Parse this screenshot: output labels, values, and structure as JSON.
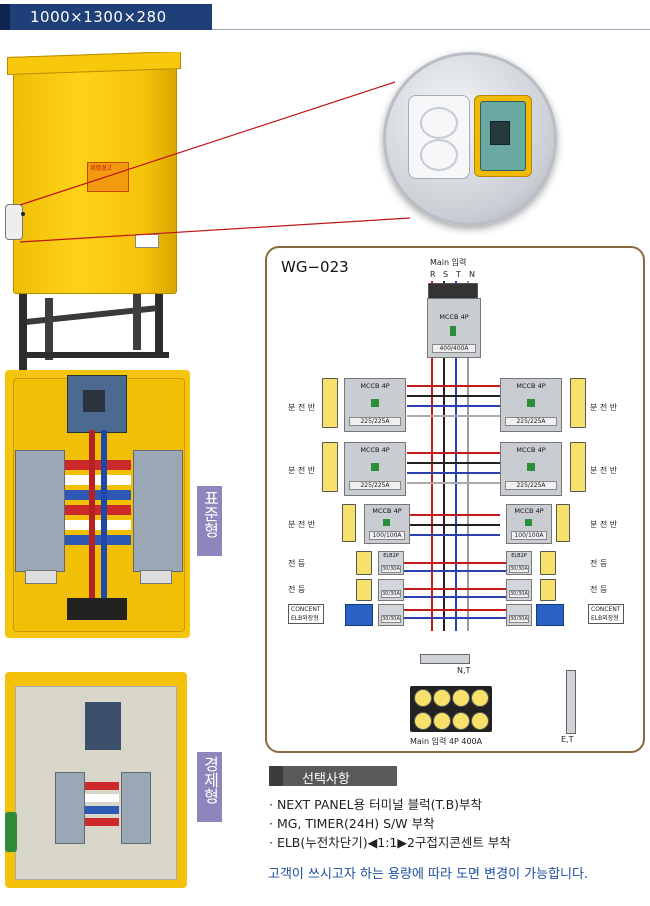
{
  "header": {
    "title": "1000×1300×280"
  },
  "photos": {
    "warning_label": "위험경고",
    "labels": {
      "standard": "표준형",
      "economy": "경제형"
    }
  },
  "diagram": {
    "model": "WG−023",
    "main_input": {
      "label": "Main 입력",
      "phases": [
        "R",
        "S",
        "T",
        "N"
      ],
      "breaker": {
        "type": "MCCB 4P",
        "rating": "400/400A"
      }
    },
    "side_labels": {
      "distribution": "분 전 반",
      "light": "전    등",
      "concent": "CONCENT",
      "elb_wiring": "ELB외장형"
    },
    "rows": [
      {
        "type": "MCCB 4P",
        "rating": "225/225A"
      },
      {
        "type": "MCCB 4P",
        "rating": "225/225A"
      },
      {
        "type": "MCCB 4P",
        "rating": "100/100A"
      }
    ],
    "elb_units": [
      {
        "type": "ELB2P",
        "rating": "30/30A"
      },
      {
        "type": "ELB2P",
        "rating": "30/30A"
      },
      {
        "type": "ELB2P",
        "rating": "30/30A"
      }
    ],
    "nt_label": "N,T",
    "et_label": "E,T",
    "bottom_caption": "Main 입력 4P 400A"
  },
  "options": {
    "title": "선택사항",
    "items": [
      "· NEXT PANEL용 터미널 블럭(T.B)부착",
      "· MG, TIMER(24H) S/W 부착",
      "· ELB(누전차단기)◀1:1▶2구접지콘센트 부착"
    ]
  },
  "footer_note": "고객이 쓰시고자 하는 용량에 따라 도면 변경이 가능합니다.",
  "colors": {
    "header": "#1f3f79",
    "tab": "#8c86bd",
    "note": "#1e4fa1",
    "cabinet": "#f5c30a"
  }
}
